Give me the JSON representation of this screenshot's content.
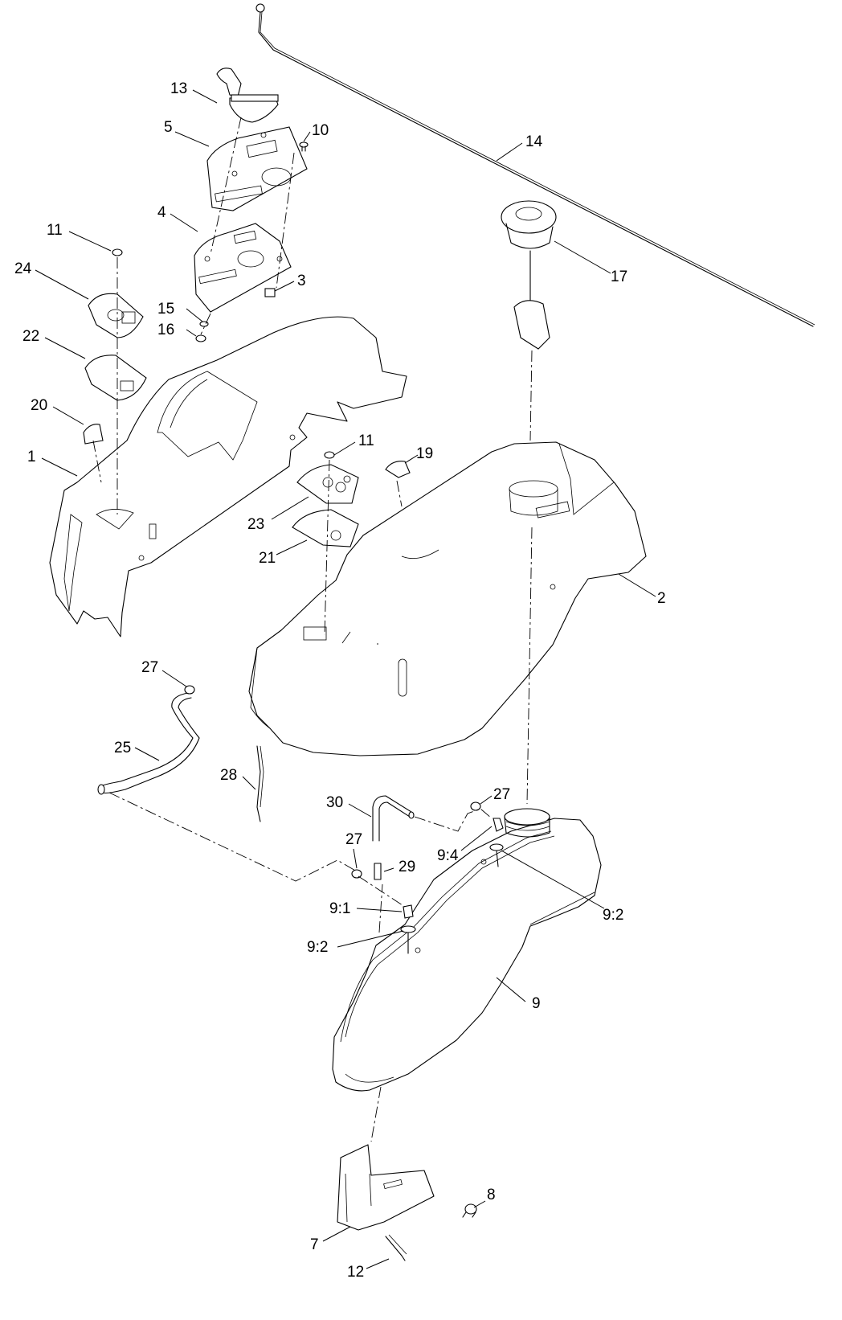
{
  "callouts": [
    {
      "id": "13",
      "text": "13"
    },
    {
      "id": "5",
      "text": "5"
    },
    {
      "id": "10",
      "text": "10"
    },
    {
      "id": "14",
      "text": "14"
    },
    {
      "id": "4",
      "text": "4"
    },
    {
      "id": "11a",
      "text": "11"
    },
    {
      "id": "24",
      "text": "24"
    },
    {
      "id": "3",
      "text": "3"
    },
    {
      "id": "17",
      "text": "17"
    },
    {
      "id": "15",
      "text": "15"
    },
    {
      "id": "16",
      "text": "16"
    },
    {
      "id": "22",
      "text": "22"
    },
    {
      "id": "20",
      "text": "20"
    },
    {
      "id": "11b",
      "text": "11"
    },
    {
      "id": "19",
      "text": "19"
    },
    {
      "id": "1",
      "text": "1"
    },
    {
      "id": "23",
      "text": "23"
    },
    {
      "id": "21",
      "text": "21"
    },
    {
      "id": "2",
      "text": "2"
    },
    {
      "id": "27a",
      "text": "27"
    },
    {
      "id": "25",
      "text": "25"
    },
    {
      "id": "28",
      "text": "28"
    },
    {
      "id": "30",
      "text": "30"
    },
    {
      "id": "27b",
      "text": "27"
    },
    {
      "id": "9_4",
      "text": "9:4"
    },
    {
      "id": "27c",
      "text": "27"
    },
    {
      "id": "29",
      "text": "29"
    },
    {
      "id": "9_1",
      "text": "9:1"
    },
    {
      "id": "9_2a",
      "text": "9:2"
    },
    {
      "id": "9_2b",
      "text": "9:2"
    },
    {
      "id": "9",
      "text": "9"
    },
    {
      "id": "8",
      "text": "8"
    },
    {
      "id": "7",
      "text": "7"
    },
    {
      "id": "12",
      "text": "12"
    }
  ]
}
